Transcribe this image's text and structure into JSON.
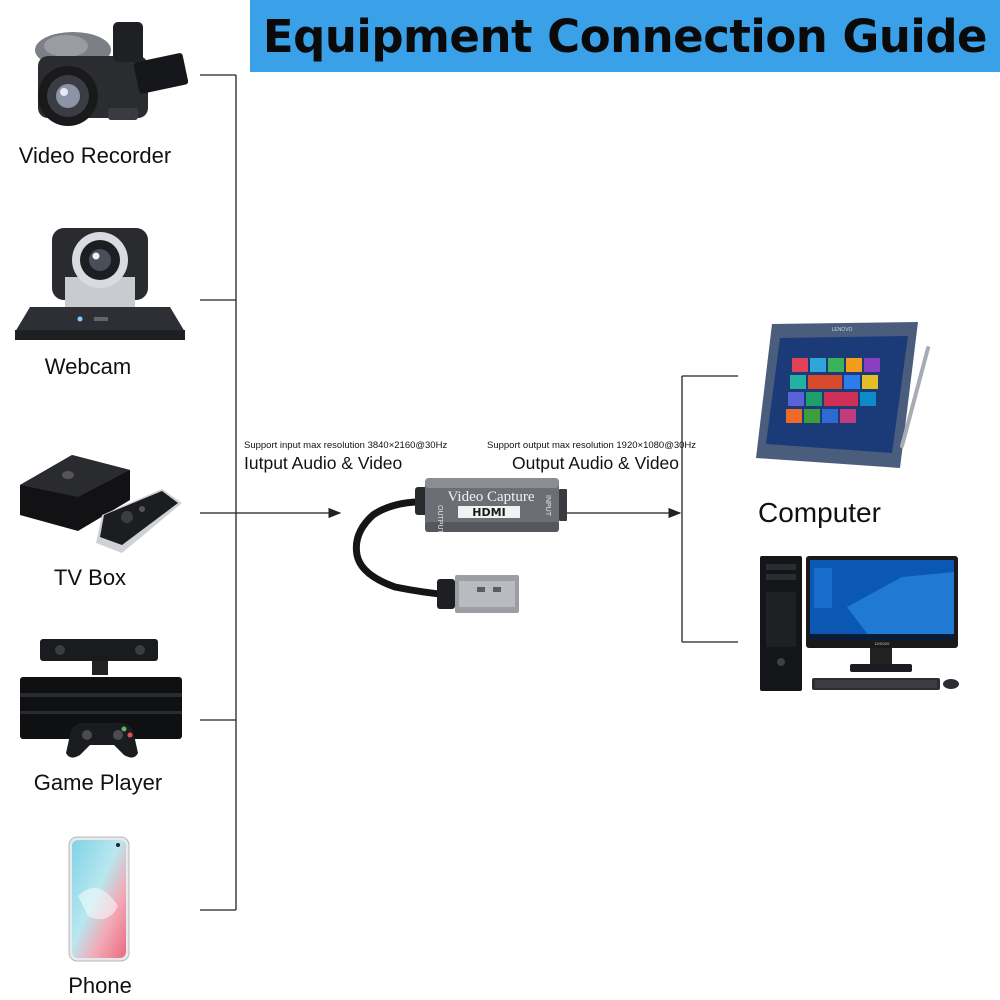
{
  "title": "Equipment Connection Guide",
  "sources": [
    {
      "label": "Video Recorder",
      "icon": "video-recorder-icon"
    },
    {
      "label": "Webcam",
      "icon": "webcam-icon"
    },
    {
      "label": "TV Box",
      "icon": "tv-box-icon"
    },
    {
      "label": "Game Player",
      "icon": "game-console-icon"
    },
    {
      "label": "Phone",
      "icon": "phone-icon"
    }
  ],
  "input": {
    "spec": "Support input max resolution 3840×2160@30Hz",
    "label": "Iutput Audio & Video"
  },
  "output": {
    "spec": "Support output max resolution 1920×1080@30Hz",
    "label": "Output Audio & Video"
  },
  "device": {
    "name": "Video Capture",
    "brand": "HDMI",
    "port_left": "OUTPUT",
    "port_right": "INPUT"
  },
  "target": {
    "label": "Computer",
    "tablet_brand": "LENOVO",
    "monitor_brand": "Lenovo"
  },
  "colors": {
    "title_bg": "#3aa1e8",
    "line": "#222222"
  }
}
